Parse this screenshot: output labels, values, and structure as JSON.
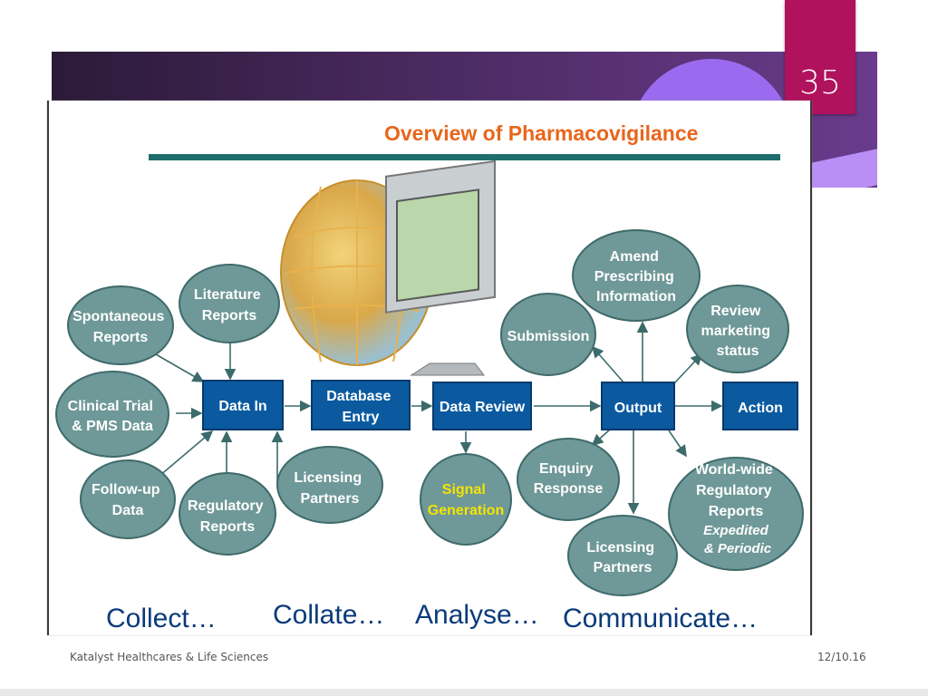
{
  "slide_number": "35",
  "footer": {
    "org": "Katalyst Healthcares & Life Sciences",
    "date": "12/10.16"
  },
  "diagram": {
    "title": "Overview of Pharmacovigilance",
    "colors": {
      "title": "#e8661c",
      "node_fill": "#6f9898",
      "box_fill": "#0b5aa0",
      "box_text": "#ffffff",
      "signal_text": "#f5e400",
      "rule": "#1f6e6e"
    },
    "inputs": {
      "spontaneous": [
        "Spontaneous",
        "Reports"
      ],
      "literature": [
        "Literature",
        "Reports"
      ],
      "clinical": [
        "Clinical Trial",
        "& PMS Data"
      ],
      "followup": [
        "Follow-up",
        "Data"
      ],
      "regulatory": [
        "Regulatory",
        "Reports"
      ],
      "licensing_in": [
        "Licensing",
        "Partners"
      ]
    },
    "boxes": {
      "data_in": "Data In",
      "database_entry": [
        "Database",
        "Entry"
      ],
      "data_review": "Data Review",
      "output": "Output",
      "action": "Action"
    },
    "signal": [
      "Signal",
      "Generation"
    ],
    "outputs": {
      "submission": "Submission",
      "amend": [
        "Amend",
        "Prescribing",
        "Information"
      ],
      "review": [
        "Review",
        "marketing",
        "status"
      ],
      "enquiry": [
        "Enquiry",
        "Response"
      ],
      "licensing_out": [
        "Licensing",
        "Partners"
      ],
      "worldwide": [
        "World-wide",
        "Regulatory",
        "Reports"
      ],
      "worldwide_sub": [
        "Expedited",
        "& Periodic"
      ]
    },
    "stages": [
      "Collect…",
      "Collate…",
      "Analyse…",
      "Communicate…"
    ]
  }
}
